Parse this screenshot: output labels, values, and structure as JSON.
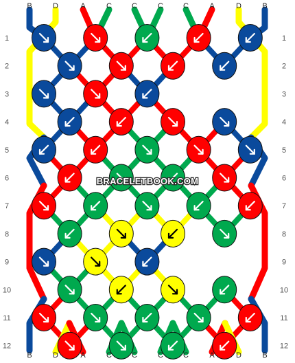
{
  "watermark": "BRACELETBOOK.COM",
  "colors": {
    "B": "#0a4a9c",
    "D": "#ffff00",
    "A": "#ff0000",
    "C": "#00a94e"
  },
  "string_labels_top": [
    "B",
    "D",
    "A",
    "C",
    "C",
    "C",
    "C",
    "A",
    "D",
    "B"
  ],
  "string_labels_bottom": [
    "B",
    "D",
    "A",
    "C",
    "C",
    "C",
    "C",
    "A",
    "D",
    "B"
  ],
  "row_labels": [
    "1",
    "2",
    "3",
    "4",
    "5",
    "6",
    "7",
    "8",
    "9",
    "10",
    "11",
    "12"
  ],
  "knots": [
    [
      [
        "B",
        "dr"
      ],
      [
        "A",
        "dr"
      ],
      [
        "C",
        "dl"
      ],
      [
        "A",
        "dl"
      ],
      [
        "B",
        "dl"
      ]
    ],
    [
      [
        "B",
        "dr"
      ],
      [
        "A",
        "dr"
      ],
      [
        "A",
        "dl"
      ],
      [
        "B",
        "dl"
      ]
    ],
    [
      [
        "B",
        "dr"
      ],
      [
        "A",
        "dr"
      ],
      [
        "B",
        "dl"
      ]
    ],
    [
      [
        "B",
        "dl"
      ],
      [
        "A",
        "dl"
      ],
      [
        "A",
        "dr"
      ],
      [
        "B",
        "dr"
      ]
    ],
    [
      [
        "B",
        "dl"
      ],
      [
        "A",
        "dl"
      ],
      [
        "C",
        "dr"
      ],
      [
        "A",
        "dr"
      ],
      [
        "B",
        "dr"
      ]
    ],
    [
      [
        "A",
        "dl"
      ],
      [
        "C",
        "dr"
      ],
      [
        "C",
        "dl"
      ],
      [
        "A",
        "dr"
      ]
    ],
    [
      [
        "A",
        "dr"
      ],
      [
        "C",
        "dl"
      ],
      [
        "C",
        "dr"
      ],
      [
        "C",
        "dl"
      ],
      [
        "A",
        "dl"
      ]
    ],
    [
      [
        "C",
        "dl"
      ],
      [
        "D",
        "dr"
      ],
      [
        "D",
        "dl"
      ],
      [
        "C",
        "dr"
      ]
    ],
    [
      [
        "B",
        "dr"
      ],
      [
        "D",
        "dr"
      ],
      [
        "B",
        "dl"
      ]
    ],
    [
      [
        "C",
        "dr"
      ],
      [
        "D",
        "dl"
      ],
      [
        "D",
        "dr"
      ],
      [
        "C",
        "dl"
      ]
    ],
    [
      [
        "A",
        "dr"
      ],
      [
        "C",
        "dr"
      ],
      [
        "C",
        "dl"
      ],
      [
        "C",
        "dr"
      ],
      [
        "A",
        "dl"
      ]
    ],
    [
      [
        "A",
        "dr"
      ],
      [
        "C",
        "dr"
      ],
      [
        "C",
        "dl"
      ],
      [
        "A",
        "dl"
      ]
    ]
  ]
}
